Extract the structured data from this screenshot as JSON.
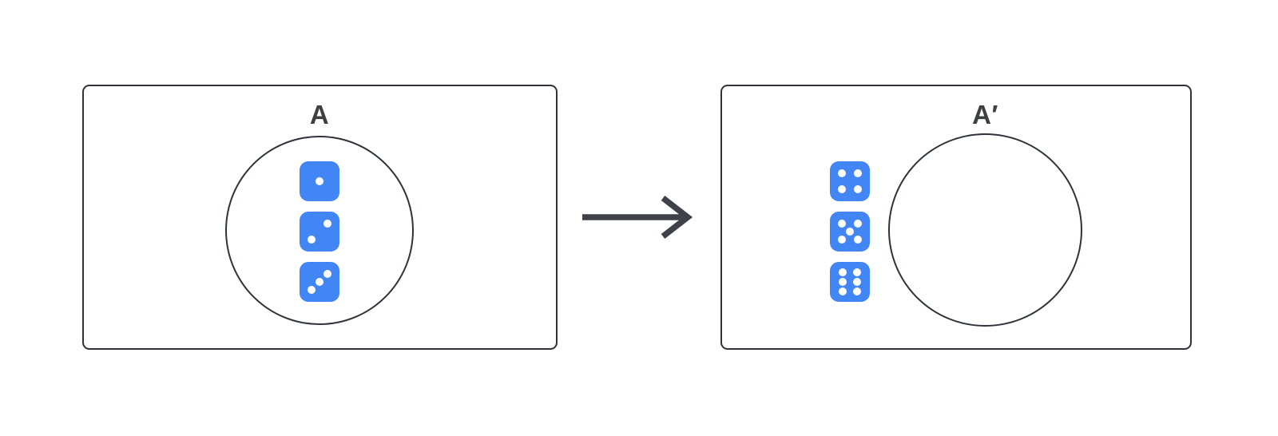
{
  "diagram": {
    "left_panel": {
      "label": "A",
      "dice": [
        {
          "name": "die-one-icon",
          "pips": 1
        },
        {
          "name": "die-two-icon",
          "pips": 2
        },
        {
          "name": "die-three-icon",
          "pips": 3
        }
      ]
    },
    "right_panel": {
      "label": "A′",
      "dice": [
        {
          "name": "die-four-icon",
          "pips": 4
        },
        {
          "name": "die-five-icon",
          "pips": 5
        },
        {
          "name": "die-six-icon",
          "pips": 6
        }
      ]
    },
    "arrow": {
      "direction": "right"
    },
    "colors": {
      "die_fill": "#4285F4",
      "pip": "#FFFFFF",
      "outline": "#2F323B",
      "label_text": "#3C4043",
      "arrow": "#3E414A",
      "background": "#FFFFFF"
    }
  }
}
